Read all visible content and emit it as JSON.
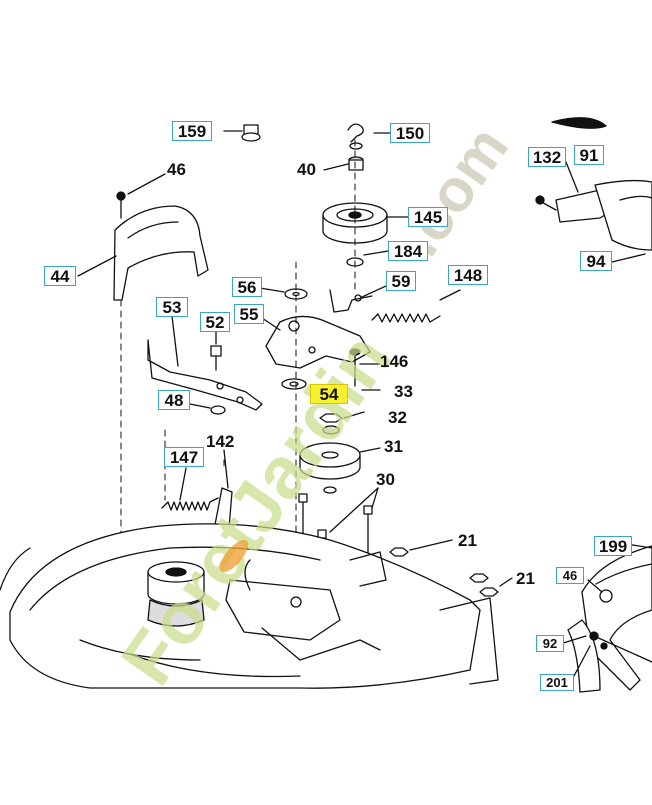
{
  "diagram": {
    "boxed_labels": [
      {
        "id": "159",
        "text": "159"
      },
      {
        "id": "150",
        "text": "150"
      },
      {
        "id": "132",
        "text": "132"
      },
      {
        "id": "91",
        "text": "91"
      },
      {
        "id": "145",
        "text": "145"
      },
      {
        "id": "184",
        "text": "184"
      },
      {
        "id": "44",
        "text": "44"
      },
      {
        "id": "94",
        "text": "94"
      },
      {
        "id": "56",
        "text": "56"
      },
      {
        "id": "59",
        "text": "59"
      },
      {
        "id": "148",
        "text": "148"
      },
      {
        "id": "53",
        "text": "53"
      },
      {
        "id": "52",
        "text": "52"
      },
      {
        "id": "55",
        "text": "55"
      },
      {
        "id": "48",
        "text": "48"
      },
      {
        "id": "54",
        "text": "54"
      },
      {
        "id": "147",
        "text": "147"
      },
      {
        "id": "199",
        "text": "199"
      },
      {
        "id": "46b",
        "text": "46"
      },
      {
        "id": "92",
        "text": "92"
      },
      {
        "id": "201",
        "text": "201"
      }
    ],
    "plain_labels": [
      {
        "id": "46",
        "text": "46"
      },
      {
        "id": "40",
        "text": "40"
      },
      {
        "id": "146",
        "text": "146"
      },
      {
        "id": "33",
        "text": "33"
      },
      {
        "id": "32",
        "text": "32"
      },
      {
        "id": "31",
        "text": "31"
      },
      {
        "id": "142",
        "text": "142"
      },
      {
        "id": "30",
        "text": "30"
      },
      {
        "id": "21a",
        "text": "21"
      },
      {
        "id": "21b",
        "text": "21"
      }
    ],
    "highlighted_part": "54",
    "colors": {
      "callout_border": "#3aa6c6",
      "highlight": "#f6f22e",
      "watermark": "#c8dd8a"
    }
  }
}
